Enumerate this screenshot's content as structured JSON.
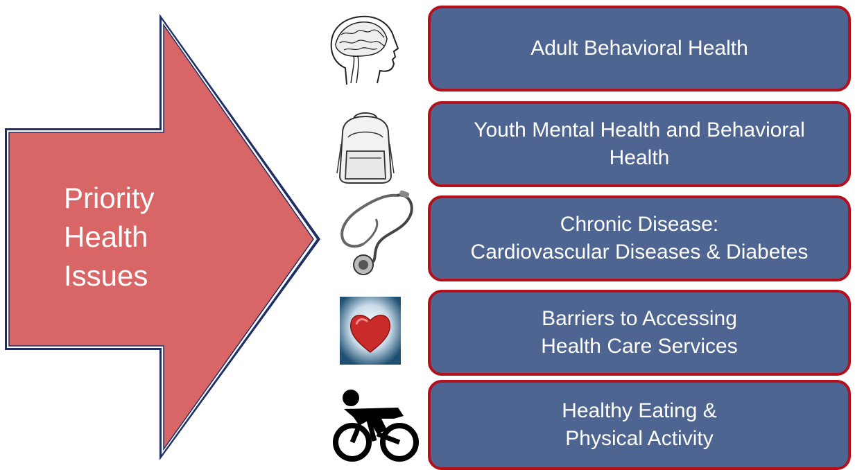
{
  "arrow": {
    "label_lines": [
      "Priority",
      "Health",
      "Issues"
    ],
    "fill_color": "#d96667",
    "border_color": "#1f2f64"
  },
  "priorities": [
    {
      "icon": "brain-icon",
      "lines": [
        "Adult Behavioral Health"
      ]
    },
    {
      "icon": "backpack-icon",
      "lines": [
        "Youth Mental Health and Behavioral",
        "Health"
      ]
    },
    {
      "icon": "stethoscope-icon",
      "lines": [
        "Chronic Disease:",
        "Cardiovascular Diseases & Diabetes"
      ]
    },
    {
      "icon": "heart-icon",
      "lines": [
        "Barriers to Accessing",
        "Health Care Services"
      ]
    },
    {
      "icon": "cyclist-icon",
      "lines": [
        "Healthy Eating &",
        "Physical Activity"
      ]
    }
  ],
  "colors": {
    "box_fill": "#4f6591",
    "box_border": "#b3101c"
  }
}
